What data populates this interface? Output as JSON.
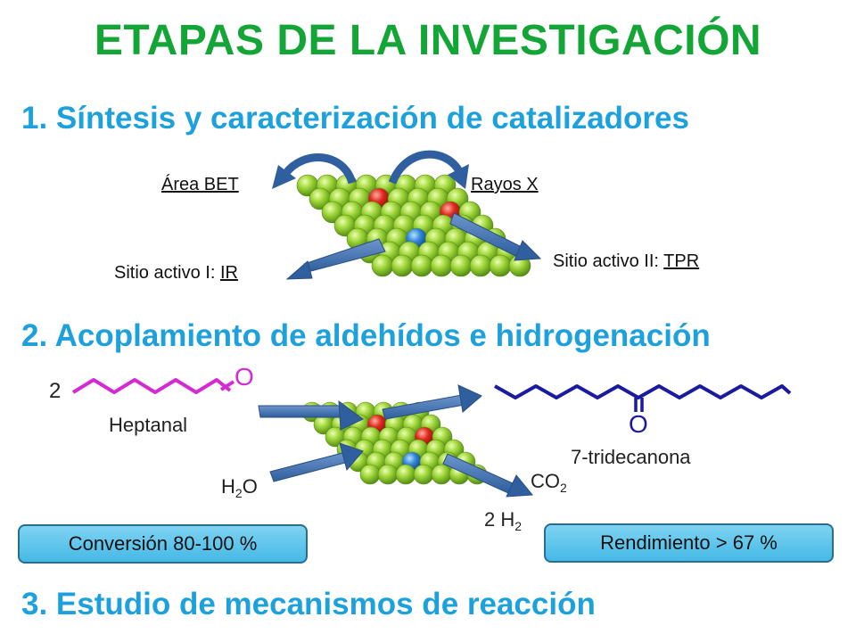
{
  "title": "ETAPAS DE LA INVESTIGACIÓN",
  "step1": {
    "heading": "1. Síntesis y caracterización de catalizadores",
    "area_bet": "Área BET",
    "rayos_x": "Rayos X",
    "sitio1_prefix": "Sitio activo I: ",
    "sitio1_tech": "IR",
    "sitio2_prefix": "Sitio activo II: ",
    "sitio2_tech": "TPR"
  },
  "step2": {
    "heading": "2. Acoplamiento de aldehídos e hidrogenación",
    "coef_2": "2",
    "oxygen_label": "O",
    "heptanal": "Heptanal",
    "product_oxygen": "O",
    "product": "7-tridecanona",
    "h2o_main": "H",
    "h2o_sub": "2",
    "h2o_end": "O",
    "co2_main": "CO",
    "co2_sub": "2",
    "h2_coef": "2 H",
    "h2_sub": "2",
    "conversion": "Conversión 80-100 %",
    "rendimiento": "Rendimiento > 67 %"
  },
  "step3": {
    "heading": "3. Estudio de mecanismos de reacción"
  },
  "colors": {
    "title": "#13a536",
    "heading": "#1da1dc",
    "sphere_green": "#8ccc2a",
    "sphere_red": "#e02020",
    "sphere_blue": "#2a7fd6",
    "arrow": "#3f6fb0",
    "heptanal_chain": "#d42ad4",
    "product_chain": "#1a1aa0"
  }
}
